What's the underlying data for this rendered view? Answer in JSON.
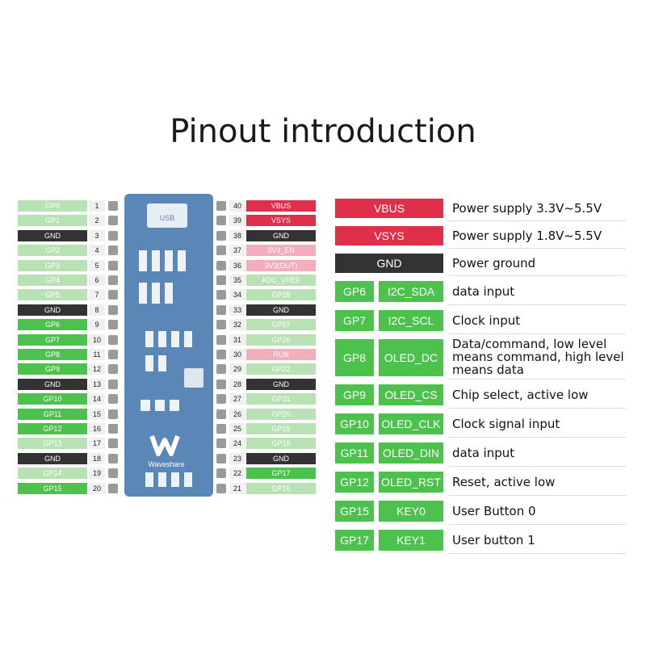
{
  "title": "Pinout introduction",
  "left_pins": [
    {
      "num": "1",
      "label": "GP0",
      "type": "gp-light"
    },
    {
      "num": "2",
      "label": "GP1",
      "type": "gp-light"
    },
    {
      "num": "3",
      "label": "GND",
      "type": "gnd"
    },
    {
      "num": "4",
      "label": "GP2",
      "type": "gp-light"
    },
    {
      "num": "5",
      "label": "GP3",
      "type": "gp-light"
    },
    {
      "num": "6",
      "label": "GP4",
      "type": "gp-light"
    },
    {
      "num": "7",
      "label": "GP5",
      "type": "gp-light"
    },
    {
      "num": "8",
      "label": "GND",
      "type": "gnd"
    },
    {
      "num": "9",
      "label": "GP6",
      "type": "gp-dark"
    },
    {
      "num": "10",
      "label": "GP7",
      "type": "gp-dark"
    },
    {
      "num": "11",
      "label": "GP8",
      "type": "gp-dark"
    },
    {
      "num": "12",
      "label": "GP9",
      "type": "gp-dark"
    },
    {
      "num": "13",
      "label": "GND",
      "type": "gnd"
    },
    {
      "num": "14",
      "label": "GP10",
      "type": "gp-dark"
    },
    {
      "num": "15",
      "label": "GP11",
      "type": "gp-dark"
    },
    {
      "num": "16",
      "label": "GP12",
      "type": "gp-dark"
    },
    {
      "num": "17",
      "label": "GP13",
      "type": "gp-light"
    },
    {
      "num": "18",
      "label": "GND",
      "type": "gnd"
    },
    {
      "num": "19",
      "label": "GP14",
      "type": "gp-light"
    },
    {
      "num": "20",
      "label": "GP15",
      "type": "gp-dark"
    }
  ],
  "right_pins": [
    {
      "num": "40",
      "label": "VBUS",
      "type": "power"
    },
    {
      "num": "39",
      "label": "VSYS",
      "type": "power"
    },
    {
      "num": "38",
      "label": "GND",
      "type": "gnd"
    },
    {
      "num": "37",
      "label": "3V3_EN",
      "type": "power-light"
    },
    {
      "num": "36",
      "label": "3V3(OUT)",
      "type": "power-light"
    },
    {
      "num": "35",
      "label": "ADC_VREF",
      "type": "gp-light"
    },
    {
      "num": "34",
      "label": "GP28",
      "type": "gp-light"
    },
    {
      "num": "33",
      "label": "GND",
      "type": "gnd"
    },
    {
      "num": "32",
      "label": "GP27",
      "type": "gp-light"
    },
    {
      "num": "31",
      "label": "GP26",
      "type": "gp-light"
    },
    {
      "num": "30",
      "label": "RUN",
      "type": "power-light"
    },
    {
      "num": "29",
      "label": "GP22",
      "type": "gp-light"
    },
    {
      "num": "28",
      "label": "GND",
      "type": "gnd"
    },
    {
      "num": "27",
      "label": "GP21",
      "type": "gp-light"
    },
    {
      "num": "26",
      "label": "GP20",
      "type": "gp-light"
    },
    {
      "num": "25",
      "label": "GP19",
      "type": "gp-light"
    },
    {
      "num": "24",
      "label": "GP18",
      "type": "gp-light"
    },
    {
      "num": "23",
      "label": "GND",
      "type": "gnd"
    },
    {
      "num": "22",
      "label": "GP17",
      "type": "gp-dark"
    },
    {
      "num": "21",
      "label": "GP16",
      "type": "gp-light"
    }
  ],
  "board": {
    "usb_label": "USB",
    "brand": "Waveshare",
    "colors": {
      "pcb": "#5b86b8",
      "header": "#9a9a9a"
    }
  },
  "colors": {
    "gp_dark": "#4cc24c",
    "gp_light": "#b8e2b4",
    "gnd": "#333333",
    "power": "#e02f4b",
    "power_light": "#f2aebc"
  },
  "legend": [
    {
      "pin": "",
      "name": "VBUS",
      "desc": [
        "Power supply 3.3V~5.5V"
      ],
      "type": "power"
    },
    {
      "pin": "",
      "name": "VSYS",
      "desc": [
        "Power supply 1.8V~5.5V"
      ],
      "type": "power"
    },
    {
      "pin": "",
      "name": "GND",
      "desc": [
        "Power ground"
      ],
      "type": "gnd"
    },
    {
      "pin": "GP6",
      "name": "I2C_SDA",
      "desc": [
        "data input"
      ],
      "type": "gp-dark"
    },
    {
      "pin": "GP7",
      "name": "I2C_SCL",
      "desc": [
        "Clock input"
      ],
      "type": "gp-dark"
    },
    {
      "pin": "GP8",
      "name": "OLED_DC",
      "desc": [
        "Data/command, low level",
        "means command, high level",
        "means data"
      ],
      "type": "gp-dark"
    },
    {
      "pin": "GP9",
      "name": "OLED_CS",
      "desc": [
        "Chip select, active low"
      ],
      "type": "gp-dark"
    },
    {
      "pin": "GP10",
      "name": "OLED_CLK",
      "desc": [
        "Clock signal input"
      ],
      "type": "gp-dark"
    },
    {
      "pin": "GP11",
      "name": "OLED_DIN",
      "desc": [
        "data input"
      ],
      "type": "gp-dark"
    },
    {
      "pin": "GP12",
      "name": "OLED_RST",
      "desc": [
        "Reset, active low"
      ],
      "type": "gp-dark"
    },
    {
      "pin": "GP15",
      "name": "KEY0",
      "desc": [
        "User Button 0"
      ],
      "type": "gp-dark"
    },
    {
      "pin": "GP17",
      "name": "KEY1",
      "desc": [
        "User button 1"
      ],
      "type": "gp-dark"
    }
  ]
}
